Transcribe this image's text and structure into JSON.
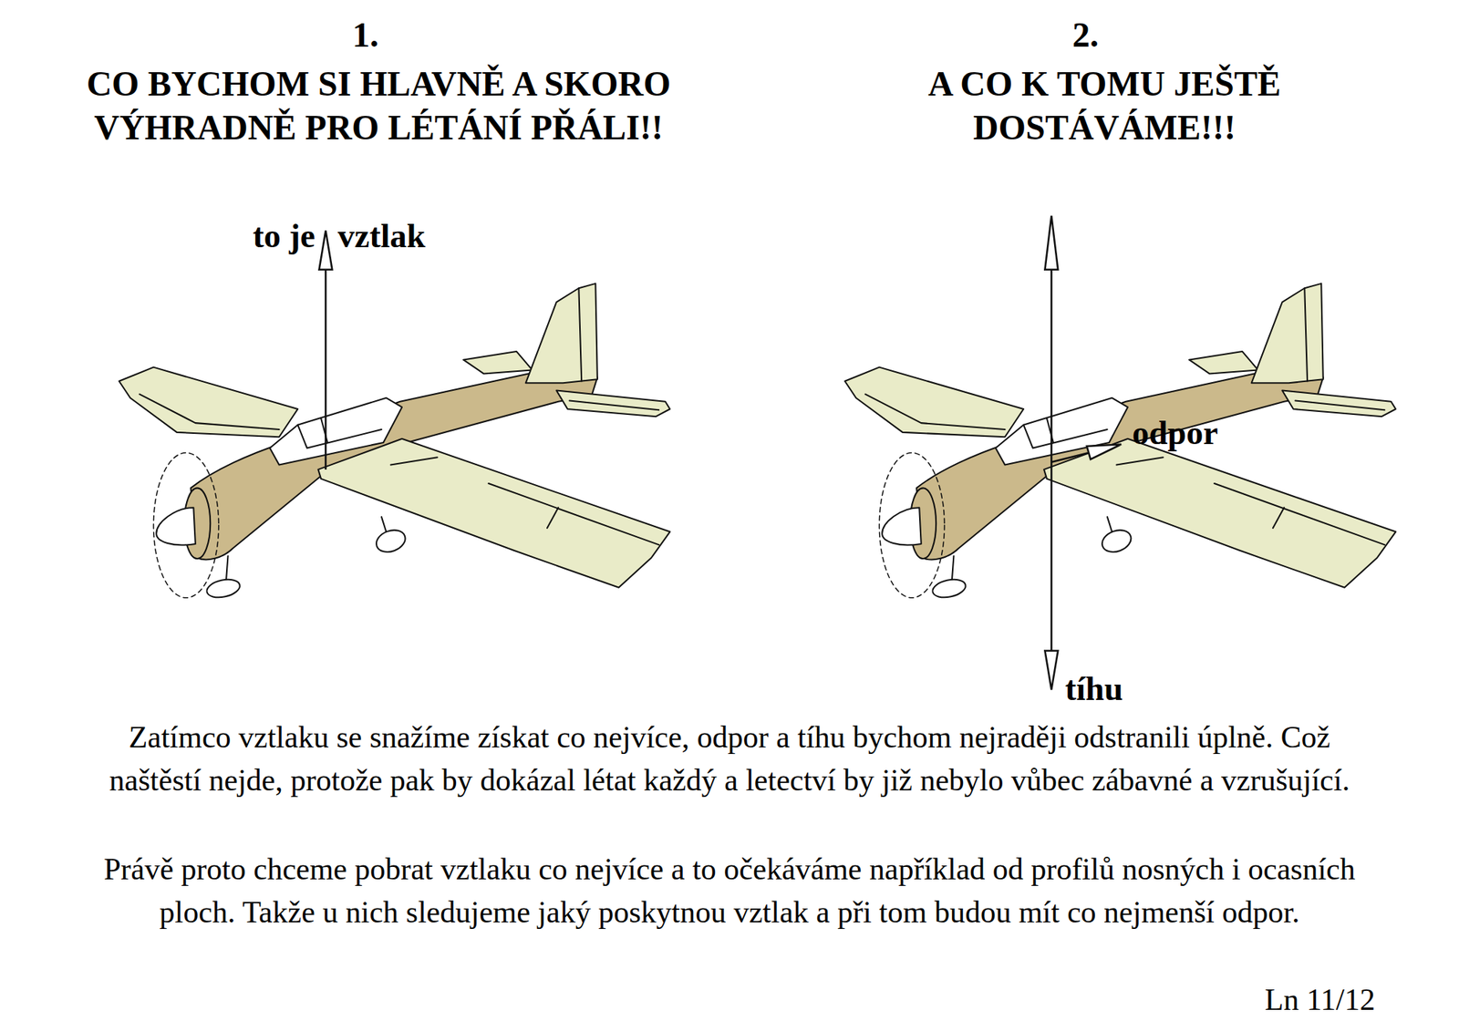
{
  "diagram": {
    "labels": [
      "1.",
      "CO BYCHOM SI HLAVNĚ A SKORO VÝHRADNĚ PRO LÉTÁNÍ PŘÁLI!!",
      "2.",
      "A CO K TOMU JEŠTĚ DOSTÁVÁME!!!",
      "to je",
      "vztlak",
      "odpor",
      "tíhu",
      "Zatímco vztlaku se snažíme získat co nejvíce, odpor a tíhu bychom nejraději odstranili úplně. Což naštěstí nejde, protože pak by dokázal létat každý a letectví by již nebylo vůbec zábavné a vzrušující.",
      "Právě proto chceme pobrat vztlaku co nejvíce a to očekáváme například od profilů nosných i ocasních ploch. Takže u nich sledujeme jaký poskytnou vztlak a při tom budou mít co nejmenší odpor.",
      "Ln 11/12"
    ]
  }
}
